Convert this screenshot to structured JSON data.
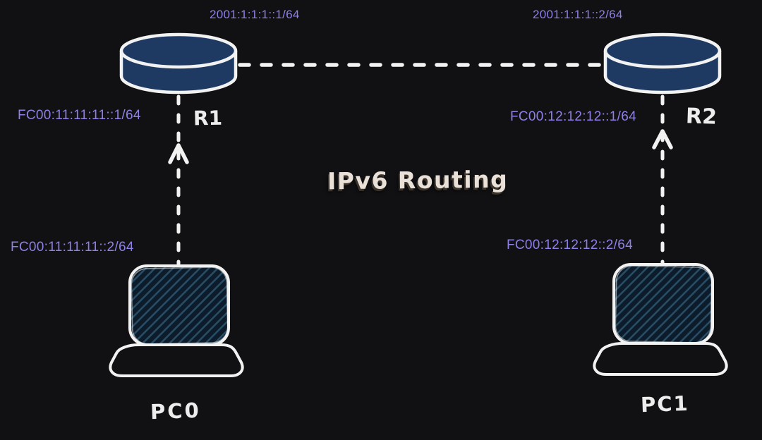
{
  "diagram": {
    "title": "IPv6 Routing",
    "nodes": {
      "r1": {
        "label": "R1",
        "type": "router"
      },
      "r2": {
        "label": "R2",
        "type": "router"
      },
      "pc0": {
        "label": "PC0",
        "type": "laptop"
      },
      "pc1": {
        "label": "PC1",
        "type": "laptop"
      }
    },
    "addresses": {
      "r1_wan": "2001:1:1:1::1/64",
      "r2_wan": "2001:1:1:1::2/64",
      "r1_lan": "FC00:11:11:11::1/64",
      "r2_lan": "FC00:12:12:12::1/64",
      "pc0": "FC00:11:11:11::2/64",
      "pc1": "FC00:12:12:12::2/64"
    },
    "links": {
      "r1_r2": {
        "style": "dashed",
        "from": "R1",
        "to": "R2"
      },
      "pc0_r1": {
        "style": "dashed-arrow-up",
        "from": "PC0",
        "to": "R1"
      },
      "pc1_r2": {
        "style": "dashed-arrow-up",
        "from": "PC1",
        "to": "R2"
      }
    },
    "colors": {
      "background": "#111113",
      "address_text": "#8d81e8",
      "node_label_text": "#ededed",
      "title_text": "#e9e1d8",
      "router_fill": "#1e3a63",
      "laptop_screen_fill": "#0c1c2a",
      "laptop_hatch_line": "#2a4d66",
      "stroke": "#f2f2f2"
    }
  }
}
